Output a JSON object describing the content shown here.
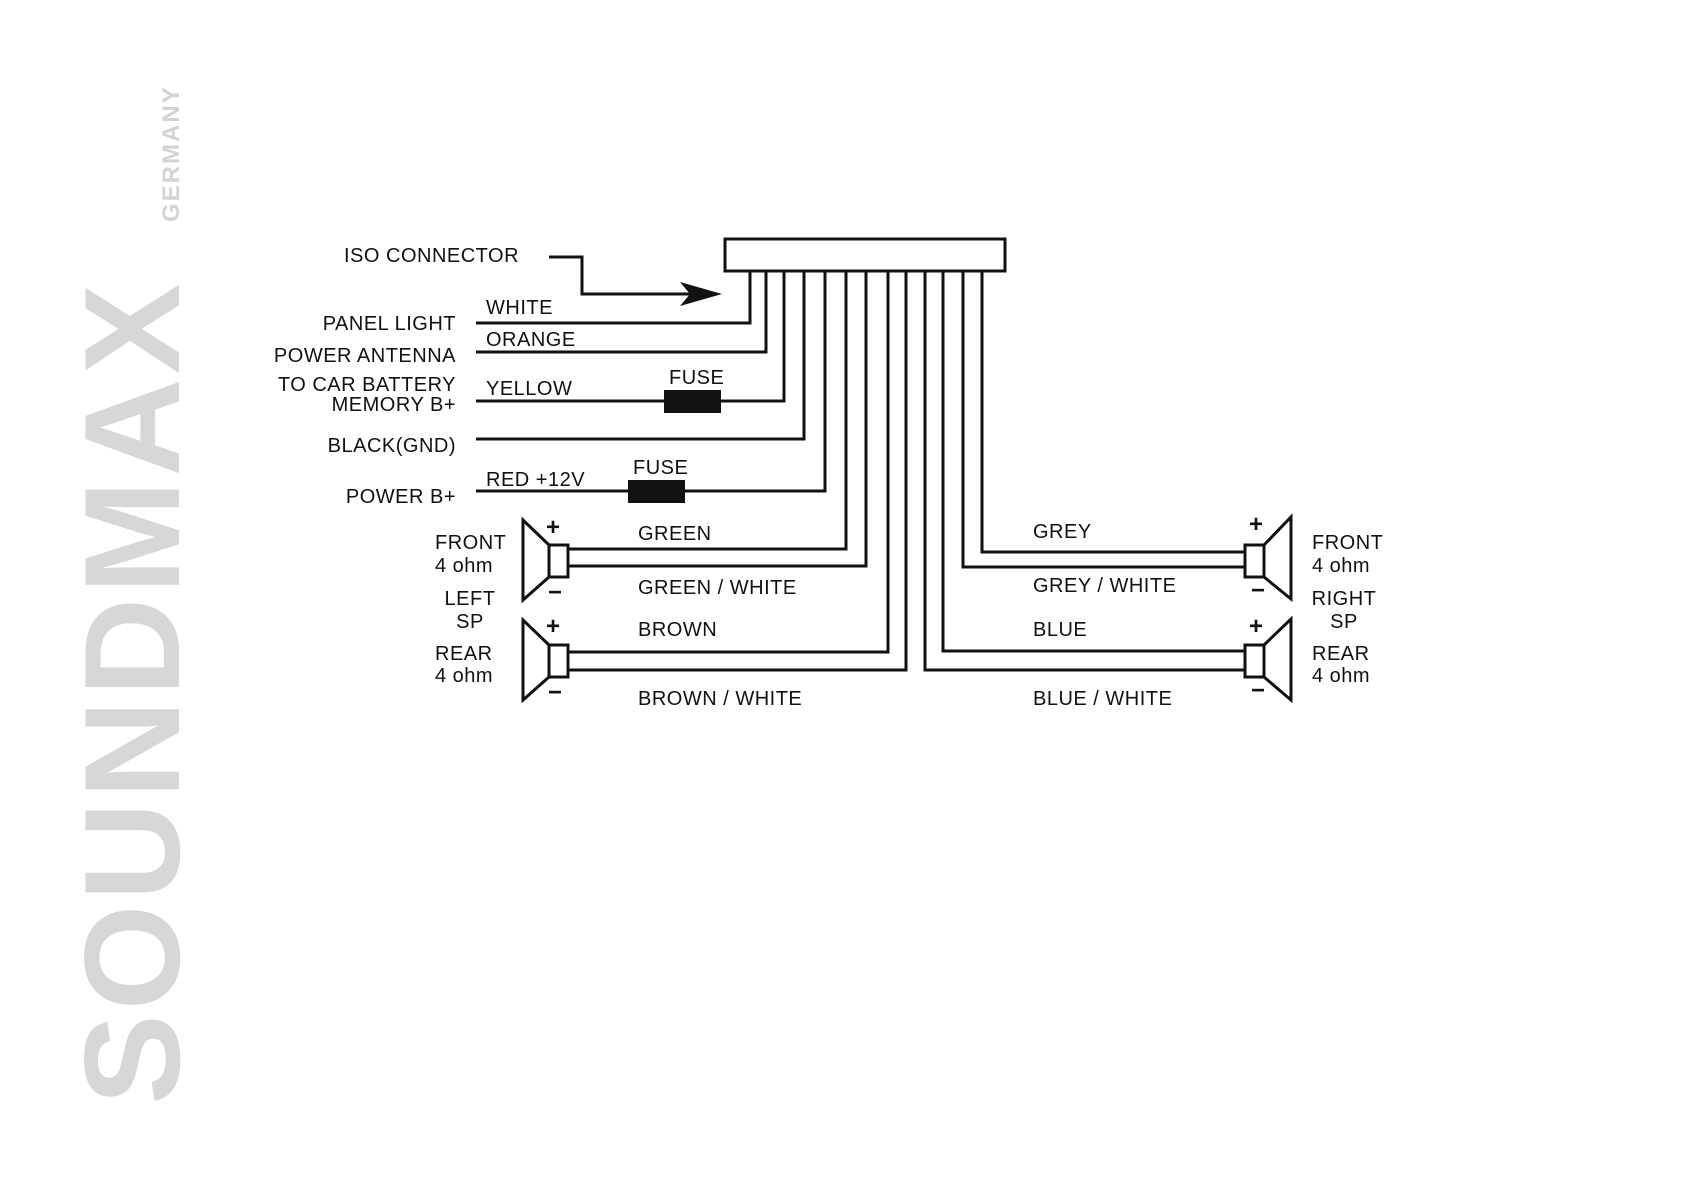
{
  "brand": {
    "name": "SOUNDMAX",
    "subtitle": "GERMANY"
  },
  "connector": {
    "label": "ISO CONNECTOR"
  },
  "left_wires": [
    {
      "function": "PANEL LIGHT",
      "color": "WHITE"
    },
    {
      "function": "POWER ANTENNA",
      "color": "ORANGE"
    },
    {
      "function_line1": "TO CAR BATTERY",
      "function_line2": "MEMORY B+",
      "color": "YELLOW",
      "fuse": "FUSE"
    },
    {
      "function": "BLACK(GND)"
    },
    {
      "function": "POWER B+",
      "color": "RED +12V",
      "fuse": "FUSE"
    }
  ],
  "speakers": {
    "left": {
      "front": {
        "position": "FRONT",
        "impedance": "4 ohm",
        "positive_wire": "GREEN",
        "negative_wire": "GREEN / WHITE"
      },
      "side_line1": "LEFT",
      "side_line2": "SP",
      "rear": {
        "position": "REAR",
        "impedance": "4 ohm",
        "positive_wire": "BROWN",
        "negative_wire": "BROWN / WHITE"
      }
    },
    "right": {
      "front": {
        "position": "FRONT",
        "impedance": "4 ohm",
        "positive_wire": "GREY",
        "negative_wire": "GREY / WHITE"
      },
      "side_line1": "RIGHT",
      "side_line2": "SP",
      "rear": {
        "position": "REAR",
        "impedance": "4 ohm",
        "positive_wire": "BLUE",
        "negative_wire": "BLUE / WHITE"
      }
    },
    "plus_sign": "+",
    "minus_sign": "−"
  }
}
